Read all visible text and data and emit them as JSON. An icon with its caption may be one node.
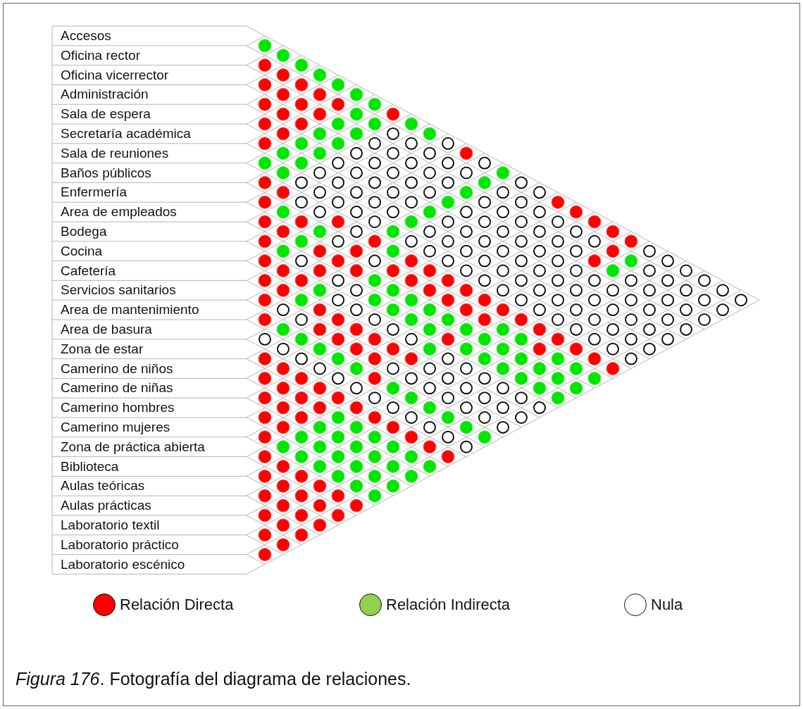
{
  "diagram": {
    "caption": "*Figura 176*. Fotografía del diagrama de relaciones.",
    "labels": [
      "Accesos",
      "Oficina rector",
      "Oficina vicerrector",
      "Administración",
      "Sala de espera",
      "Secretaría académica",
      "Sala de reuniones",
      "Baños públicos",
      "Enfermería",
      "Area de empleados",
      "Bodega",
      "Cocina",
      "Cafetería",
      "Servicios sanitarios",
      "Area de mantenimiento",
      "Area de basura",
      "Zona de estar",
      "Camerino de niños",
      "Camerino de niñas",
      "Camerino hombres",
      "Camerino mujeres",
      "Zona de práctica abierta",
      "Biblioteca",
      "Aulas teóricas",
      "Aulas prácticas",
      "Laboratorio textil",
      "Laboratorio práctico",
      "Laboratorio escénico"
    ],
    "legend": [
      {
        "text": "Relación Directa",
        "color": "#ff0000"
      },
      {
        "text": "Relación Indirecta",
        "color": "#92d050"
      },
      {
        "text": "Nula",
        "color": "#ffffff"
      }
    ]
  }
}
